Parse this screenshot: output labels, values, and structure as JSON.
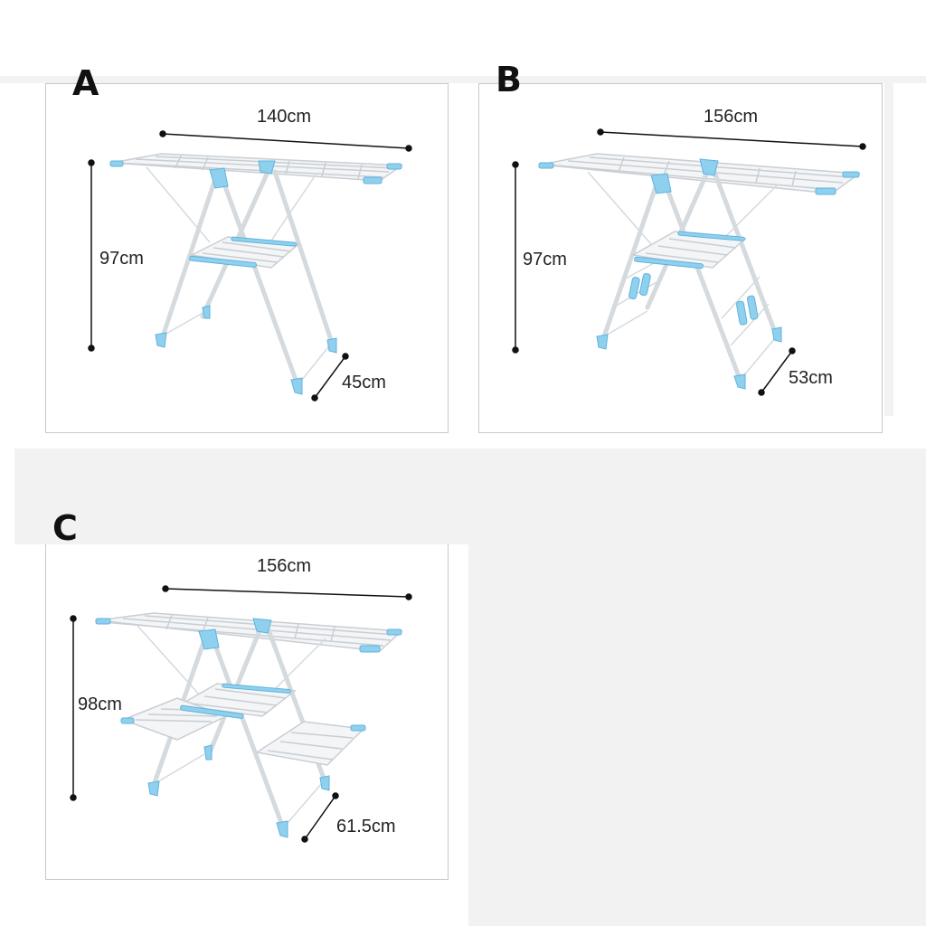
{
  "colors": {
    "frame": "#e9ecef",
    "frame_edge": "#c9ced3",
    "accent": "#8fd0ee",
    "accent_edge": "#5fb3dc",
    "dimension_line": "#111111",
    "background_band": "#f2f2f2"
  },
  "products": [
    {
      "letter": "A",
      "width_label": "140cm",
      "height_label": "97cm",
      "depth_label": "45cm"
    },
    {
      "letter": "B",
      "width_label": "156cm",
      "height_label": "97cm",
      "depth_label": "53cm"
    },
    {
      "letter": "C",
      "width_label": "156cm",
      "height_label": "98cm",
      "depth_label": "61.5cm"
    }
  ]
}
